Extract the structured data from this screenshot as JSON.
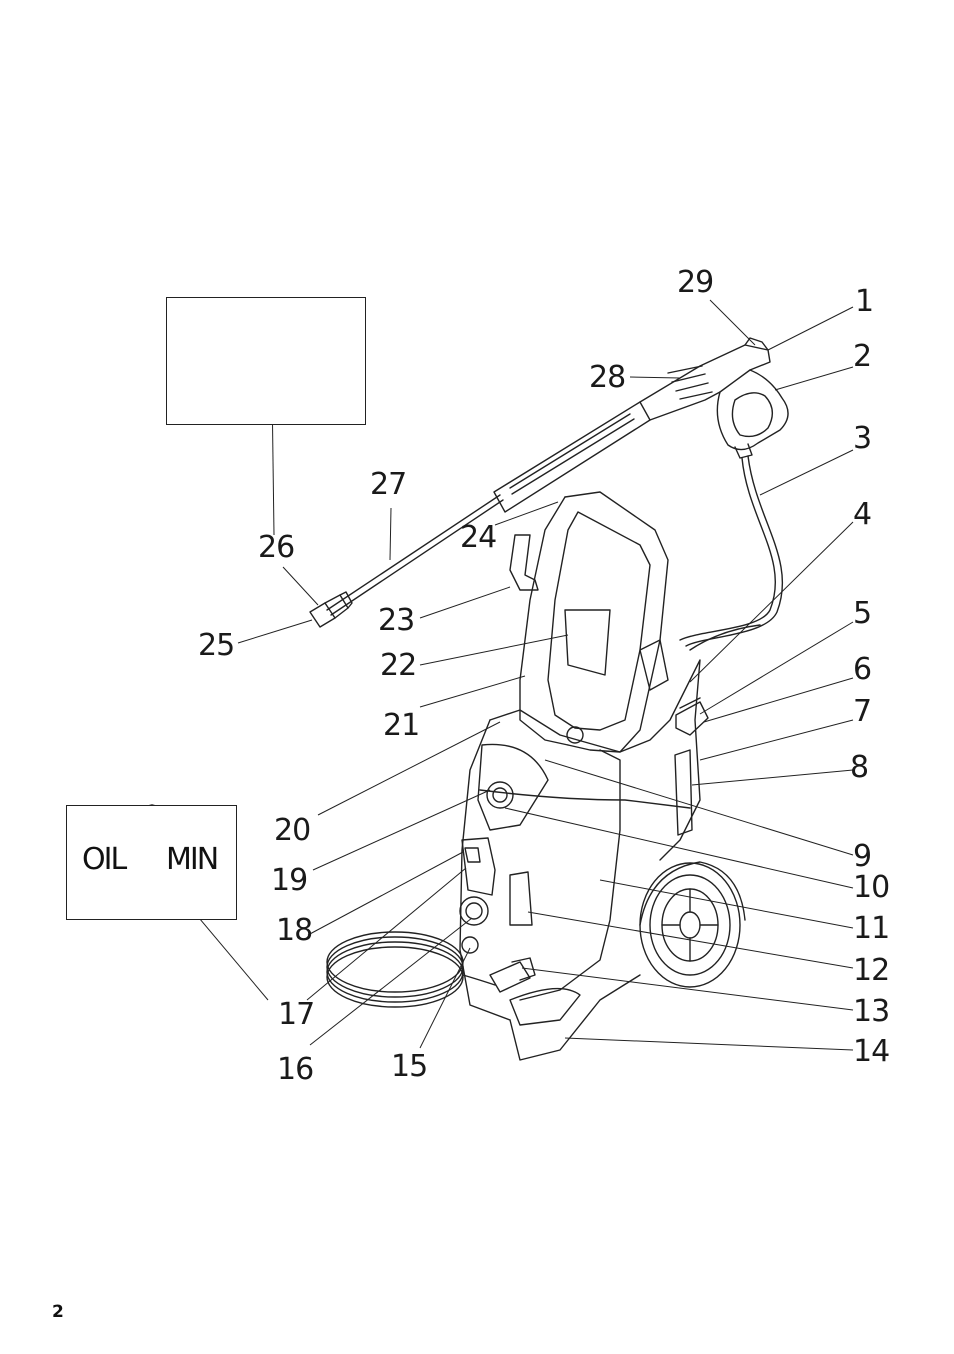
{
  "page": {
    "number": "2"
  },
  "oil_inset": {
    "left_text": "OIL",
    "right_text": "MIN"
  },
  "callouts": [
    {
      "id": "1",
      "label": "1"
    },
    {
      "id": "2",
      "label": "2"
    },
    {
      "id": "3",
      "label": "3"
    },
    {
      "id": "4",
      "label": "4"
    },
    {
      "id": "5",
      "label": "5"
    },
    {
      "id": "6",
      "label": "6"
    },
    {
      "id": "7",
      "label": "7"
    },
    {
      "id": "8",
      "label": "8"
    },
    {
      "id": "9",
      "label": "9"
    },
    {
      "id": "10",
      "label": "10"
    },
    {
      "id": "11",
      "label": "11"
    },
    {
      "id": "12",
      "label": "12"
    },
    {
      "id": "13",
      "label": "13"
    },
    {
      "id": "14",
      "label": "14"
    },
    {
      "id": "15",
      "label": "15"
    },
    {
      "id": "16",
      "label": "16"
    },
    {
      "id": "17",
      "label": "17"
    },
    {
      "id": "18",
      "label": "18"
    },
    {
      "id": "19",
      "label": "19"
    },
    {
      "id": "20",
      "label": "20"
    },
    {
      "id": "21",
      "label": "21"
    },
    {
      "id": "22",
      "label": "22"
    },
    {
      "id": "23",
      "label": "23"
    },
    {
      "id": "24",
      "label": "24"
    },
    {
      "id": "25",
      "label": "25"
    },
    {
      "id": "26",
      "label": "26"
    },
    {
      "id": "27",
      "label": "27"
    },
    {
      "id": "28",
      "label": "28"
    },
    {
      "id": "29",
      "label": "29"
    }
  ]
}
